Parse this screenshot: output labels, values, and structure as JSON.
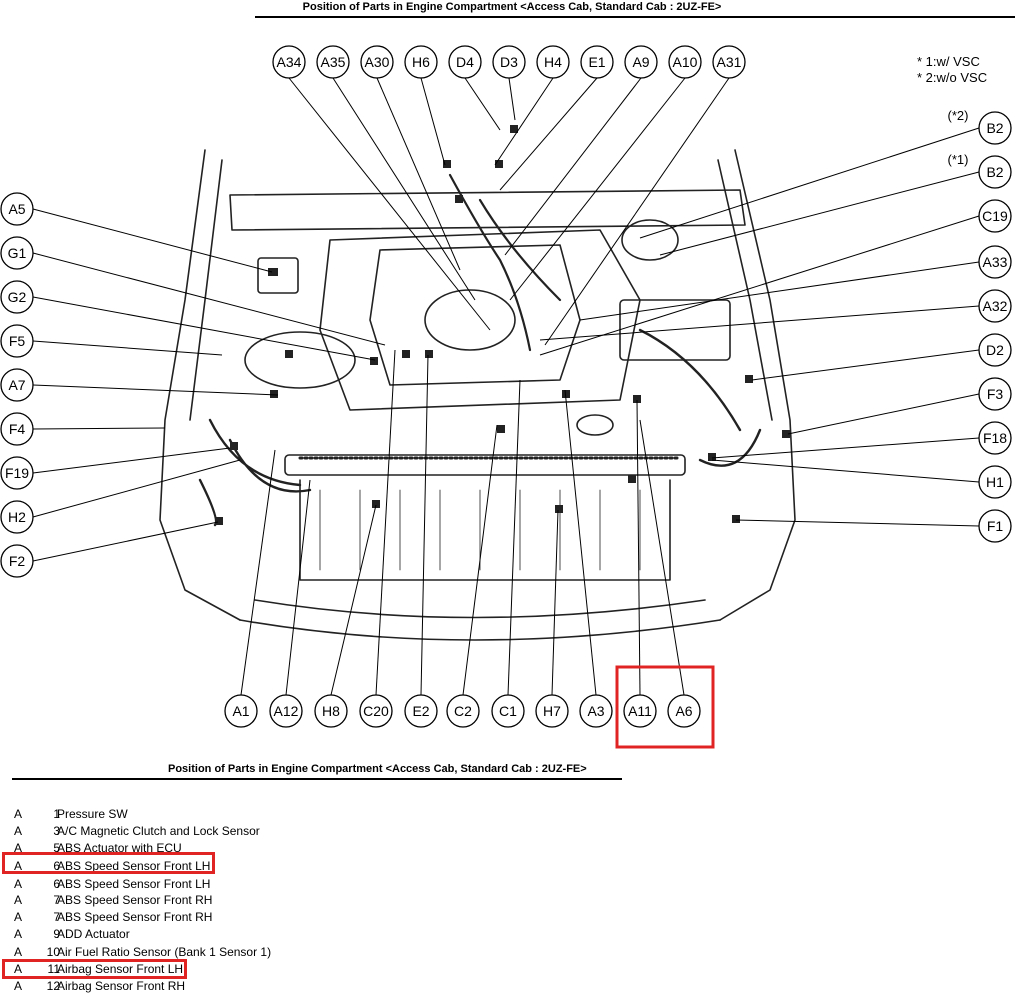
{
  "titles": {
    "top": "Position of Parts in Engine Compartment <Access Cab, Standard Cab : 2UZ-FE>",
    "bottom": "Position of Parts in Engine Compartment <Access Cab, Standard Cab : 2UZ-FE>"
  },
  "notes": [
    "* 1:w/ VSC",
    "* 2:w/o VSC"
  ],
  "callouts": {
    "top": [
      "A34",
      "A35",
      "A30",
      "H6",
      "D4",
      "D3",
      "H4",
      "E1",
      "A9",
      "A10",
      "A31"
    ],
    "left": [
      "A5",
      "G1",
      "G2",
      "F5",
      "A7",
      "F4",
      "F19",
      "H2",
      "F2"
    ],
    "right": [
      "B2",
      "B2",
      "C19",
      "A33",
      "A32",
      "D2",
      "F3",
      "F18",
      "H1",
      "F1"
    ],
    "right_qualifiers": [
      "(*2)",
      "(*1)"
    ],
    "bottom": [
      "A1",
      "A12",
      "H8",
      "C20",
      "E2",
      "C2",
      "C1",
      "H7",
      "A3",
      "A11",
      "A6"
    ]
  },
  "legend": [
    {
      "letter": "A",
      "number": "1",
      "name": "Pressure SW"
    },
    {
      "letter": "A",
      "number": "3",
      "name": "A/C Magnetic Clutch and Lock Sensor"
    },
    {
      "letter": "A",
      "number": "5",
      "name": "ABS Actuator with ECU"
    },
    {
      "letter": "A",
      "number": "6",
      "name": "ABS Speed Sensor Front LH"
    },
    {
      "letter": "A",
      "number": "6",
      "name": "ABS Speed Sensor Front LH"
    },
    {
      "letter": "A",
      "number": "7",
      "name": "ABS Speed Sensor Front RH"
    },
    {
      "letter": "A",
      "number": "7",
      "name": "ABS Speed Sensor Front RH"
    },
    {
      "letter": "A",
      "number": "9",
      "name": "ADD Actuator"
    },
    {
      "letter": "A",
      "number": "10",
      "name": "Air Fuel Ratio Sensor (Bank 1 Sensor 1)"
    },
    {
      "letter": "A",
      "number": "11",
      "name": "Airbag Sensor Front LH"
    },
    {
      "letter": "A",
      "number": "12",
      "name": "Airbag Sensor Front RH"
    }
  ],
  "highlight_color": "#e02424"
}
